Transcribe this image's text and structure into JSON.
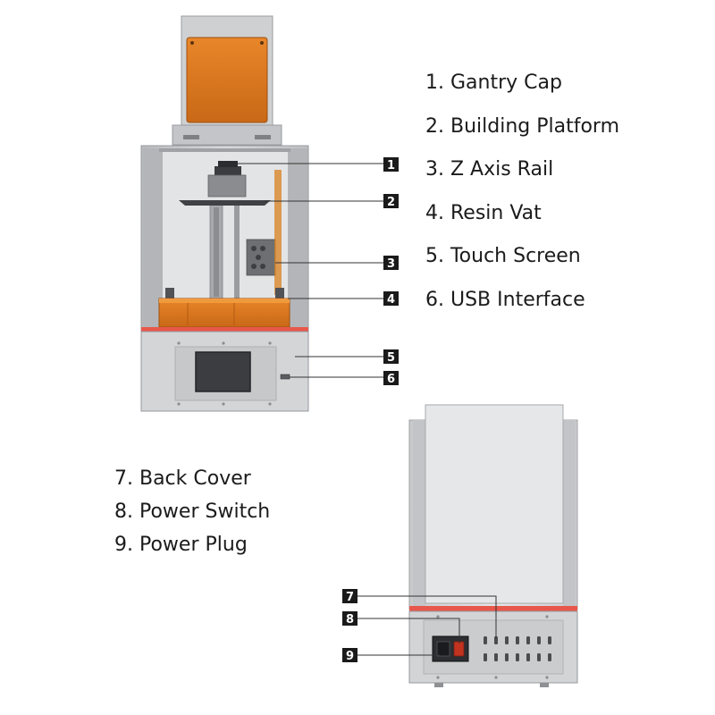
{
  "front_legend": [
    {
      "num": "1",
      "text": "1. Gantry Cap"
    },
    {
      "num": "2",
      "text": "2. Building Platform"
    },
    {
      "num": "3",
      "text": "3. Z Axis Rail"
    },
    {
      "num": "4",
      "text": "4. Resin Vat"
    },
    {
      "num": "5",
      "text": "5. Touch Screen"
    },
    {
      "num": "6",
      "text": "6. USB Interface"
    }
  ],
  "back_legend": [
    {
      "num": "7",
      "text": "7. Back Cover"
    },
    {
      "num": "8",
      "text": "8. Power Switch"
    },
    {
      "num": "9",
      "text": "9. Power Plug"
    }
  ],
  "colors": {
    "body_gray": "#c9cacc",
    "panel_gray": "#d8d9db",
    "dark_gray": "#8e9094",
    "amber": "#e07a1e",
    "red_trim": "#e8574b",
    "badge": "#1a1a1a"
  }
}
